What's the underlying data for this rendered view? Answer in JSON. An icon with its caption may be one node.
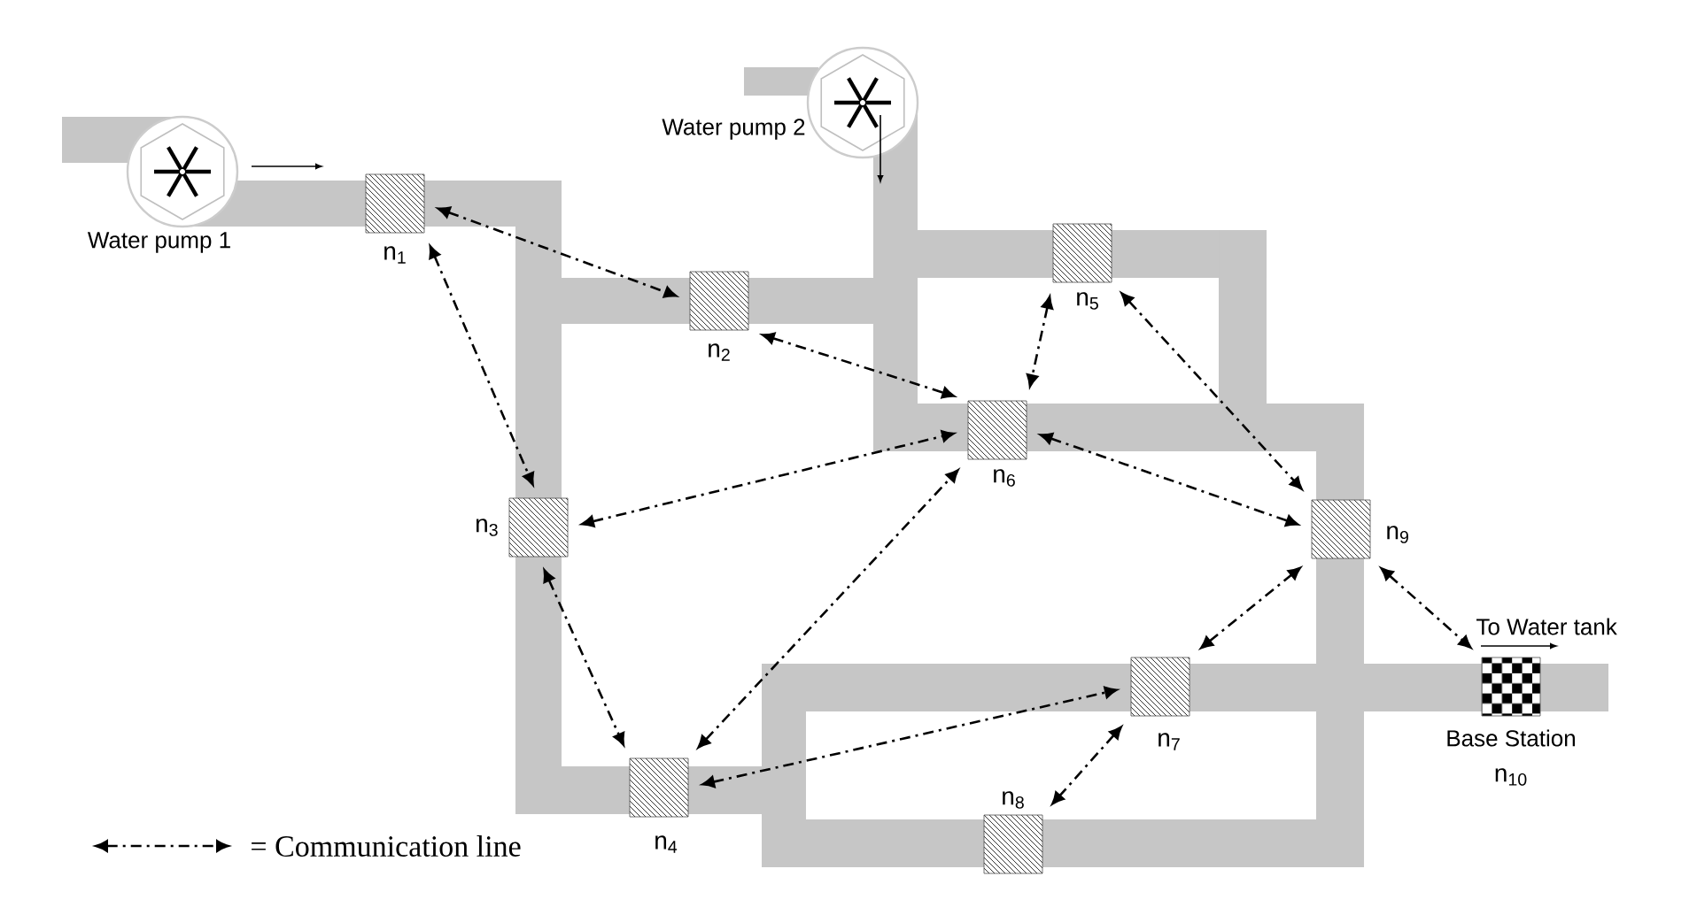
{
  "diagram": {
    "nodes": [
      {
        "text": [],
        "shape": "circle",
        "beside": [
          "Water pump 1"
        ]
      },
      {
        "text": [],
        "shape": "circle",
        "beside": [
          "Water pump 2"
        ]
      },
      {
        "text": [],
        "shape": "box",
        "beside": [
          "n$_{1}$"
        ]
      },
      {
        "text": [],
        "shape": "box",
        "beside": [
          "n$_{2}$"
        ]
      },
      {
        "text": [],
        "shape": "box",
        "beside": [
          "n$_{3}$"
        ]
      },
      {
        "text": [],
        "shape": "box",
        "beside": [
          "n$_{4}$"
        ]
      },
      {
        "text": [],
        "shape": "box",
        "beside": [
          "n$_{5}$"
        ]
      },
      {
        "text": [],
        "shape": "box",
        "beside": [
          "n$_{6}$"
        ]
      },
      {
        "text": [],
        "shape": "box",
        "beside": [
          "n$_{7}$"
        ]
      },
      {
        "text": [],
        "shape": "box",
        "beside": [
          "n$_{8}$"
        ]
      },
      {
        "text": [],
        "shape": "box",
        "beside": [
          "n$_{9}$"
        ]
      },
      {
        "text": [],
        "shape": "box",
        "beside": [
          "Base Station",
          "n$_{10}$"
        ]
      }
    ],
    "edges": [
      {
        "from": 2,
        "to": 3,
        "arrow": "both",
        "style": "dashed"
      },
      {
        "from": 2,
        "to": 4,
        "arrow": "both",
        "style": "dashed"
      },
      {
        "from": 3,
        "to": 7,
        "arrow": "both",
        "style": "dashed"
      },
      {
        "from": 6,
        "to": 7,
        "arrow": "both",
        "style": "dashed"
      },
      {
        "from": 6,
        "to": 10,
        "arrow": "both",
        "style": "dashed"
      },
      {
        "from": 4,
        "to": 7,
        "arrow": "both",
        "style": "dashed"
      },
      {
        "from": 5,
        "to": 7,
        "arrow": "both",
        "style": "dashed"
      },
      {
        "from": 7,
        "to": 10,
        "arrow": "both",
        "style": "dashed"
      },
      {
        "from": 4,
        "to": 5,
        "arrow": "both",
        "style": "dashed"
      },
      {
        "from": 5,
        "to": 8,
        "arrow": "both",
        "style": "dashed"
      },
      {
        "from": 8,
        "to": 10,
        "arrow": "both",
        "style": "dashed"
      },
      {
        "from": 8,
        "to": 9,
        "arrow": "both",
        "style": "dashed"
      },
      {
        "from": 10,
        "to": 11,
        "arrow": "both",
        "style": "dashed"
      }
    ],
    "labels": [
      "To Water tank"
    ],
    "legend": [
      {
        "text": "= Communication line"
      }
    ]
  }
}
